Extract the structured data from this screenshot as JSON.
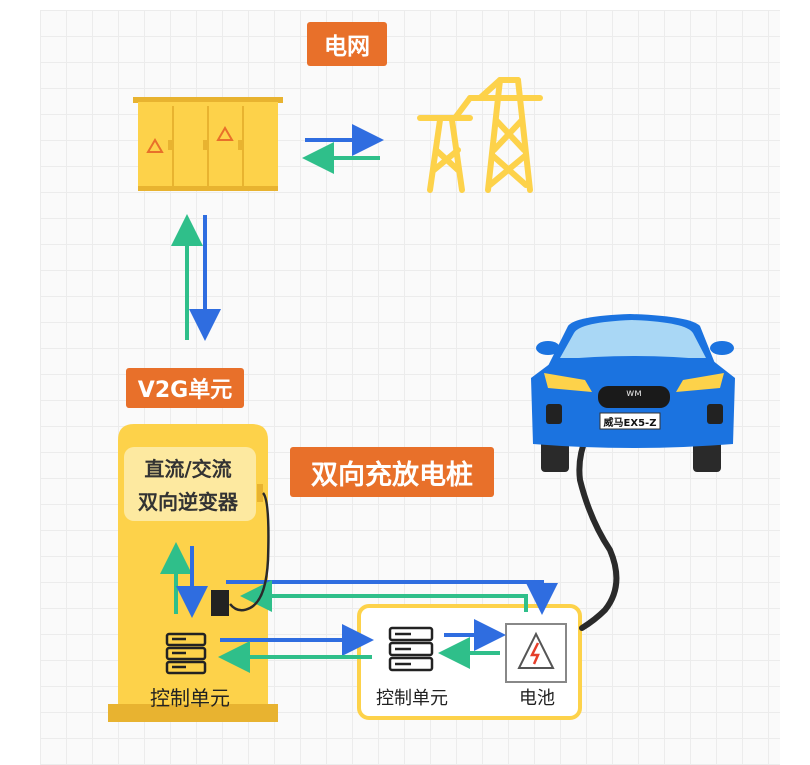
{
  "labels": {
    "grid": "电网",
    "v2g_unit": "V2G单元",
    "charging_pile": "双向充放电桩",
    "inverter_line1": "直流/交流",
    "inverter_line2": "双向逆变器",
    "control_unit_left": "控制单元",
    "control_unit_right": "控制单元",
    "battery": "电池",
    "car_plate": "威马EX5-Z",
    "car_logo": "ᴡᴍ"
  },
  "colors": {
    "orange_tag": "#e8702a",
    "yellow": "#fdd24a",
    "yellow_dark": "#e8b330",
    "blue_arrow": "#2f6de0",
    "green_arrow": "#2fbf8a",
    "car_blue": "#1b73e0",
    "cable": "#2a2a2a"
  }
}
